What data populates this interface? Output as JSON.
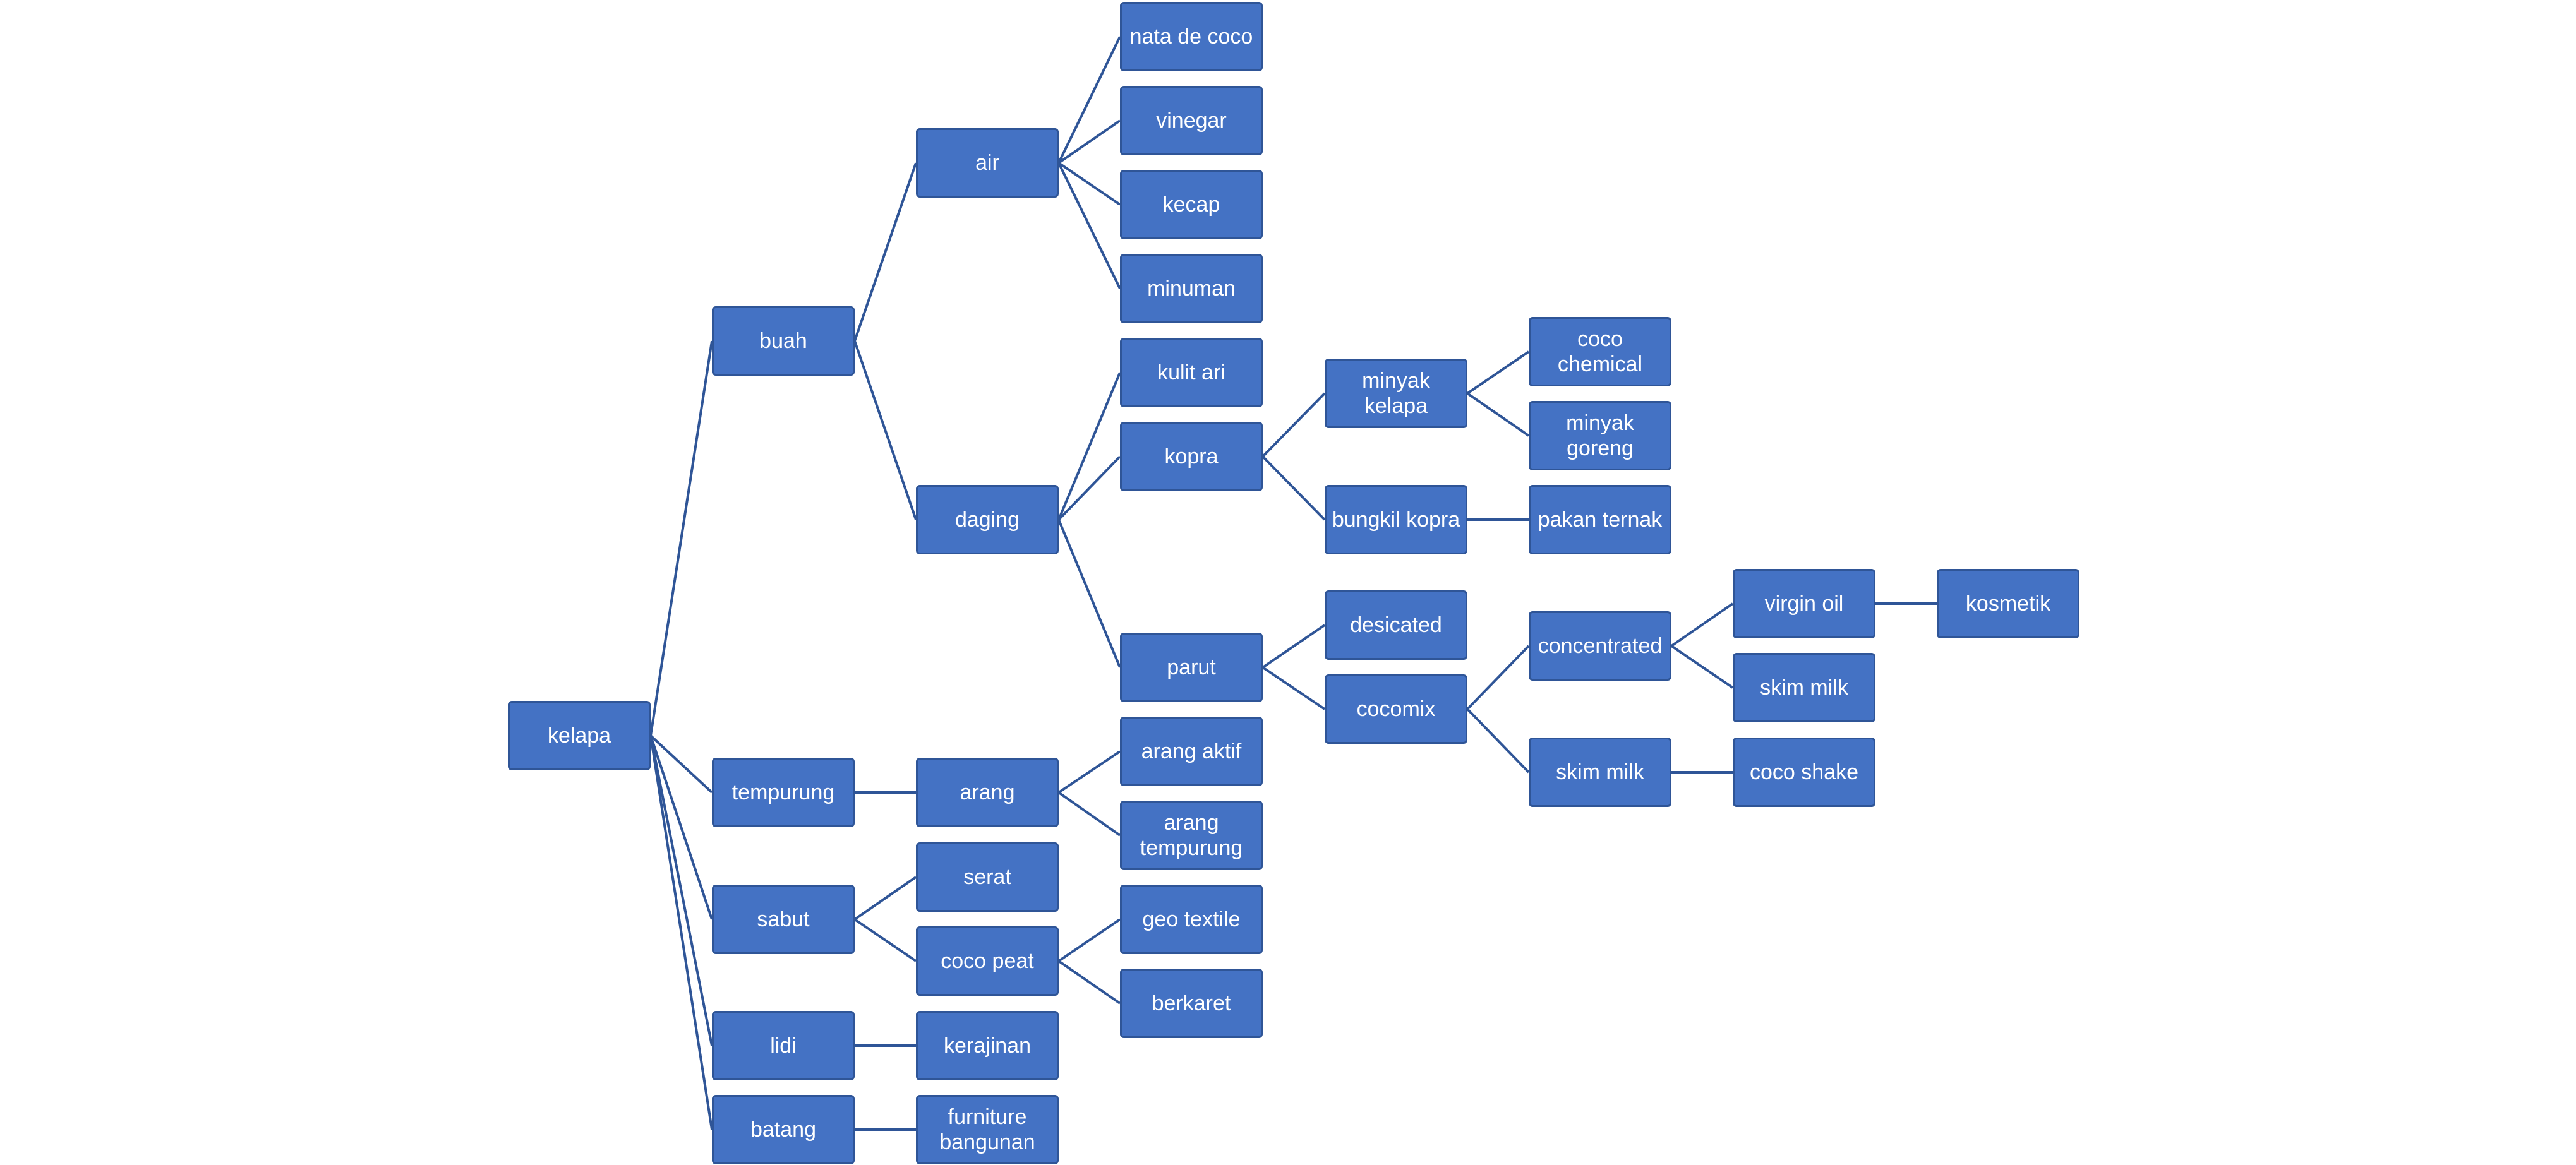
{
  "colors": {
    "node_fill": "#4472c4",
    "node_border": "#2f5597",
    "connector": "#2f5597",
    "text": "#ffffff"
  },
  "nodes": [
    {
      "id": "kelapa",
      "label": "kelapa",
      "parent": null
    },
    {
      "id": "buah",
      "label": "buah",
      "parent": "kelapa"
    },
    {
      "id": "tempurung",
      "label": "tempurung",
      "parent": "kelapa"
    },
    {
      "id": "sabut",
      "label": "sabut",
      "parent": "kelapa"
    },
    {
      "id": "lidi",
      "label": "lidi",
      "parent": "kelapa"
    },
    {
      "id": "batang",
      "label": "batang",
      "parent": "kelapa"
    },
    {
      "id": "air",
      "label": "air",
      "parent": "buah"
    },
    {
      "id": "daging",
      "label": "daging",
      "parent": "buah"
    },
    {
      "id": "nata-de-coco",
      "label": "nata de coco",
      "parent": "air"
    },
    {
      "id": "vinegar",
      "label": "vinegar",
      "parent": "air"
    },
    {
      "id": "kecap",
      "label": "kecap",
      "parent": "air"
    },
    {
      "id": "minuman",
      "label": "minuman",
      "parent": "air"
    },
    {
      "id": "kulit-ari",
      "label": "kulit ari",
      "parent": "daging"
    },
    {
      "id": "kopra",
      "label": "kopra",
      "parent": "daging"
    },
    {
      "id": "parut",
      "label": "parut",
      "parent": "daging"
    },
    {
      "id": "minyak-kelapa",
      "label": "minyak kelapa",
      "parent": "kopra"
    },
    {
      "id": "bungkil-kopra",
      "label": "bungkil kopra",
      "parent": "kopra"
    },
    {
      "id": "coco-chemical",
      "label": "coco chemical",
      "parent": "minyak-kelapa"
    },
    {
      "id": "minyak-goreng",
      "label": "minyak goreng",
      "parent": "minyak-kelapa"
    },
    {
      "id": "pakan-ternak",
      "label": "pakan ternak",
      "parent": "bungkil-kopra"
    },
    {
      "id": "desicated",
      "label": "desicated",
      "parent": "parut"
    },
    {
      "id": "cocomix",
      "label": "cocomix",
      "parent": "parut"
    },
    {
      "id": "concentrated",
      "label": "concentrated",
      "parent": "cocomix"
    },
    {
      "id": "skim-milk-1",
      "label": "skim milk",
      "parent": "cocomix"
    },
    {
      "id": "virgin-oil",
      "label": "virgin oil",
      "parent": "concentrated"
    },
    {
      "id": "skim-milk-2",
      "label": "skim milk",
      "parent": "concentrated"
    },
    {
      "id": "kosmetik",
      "label": "kosmetik",
      "parent": "virgin-oil"
    },
    {
      "id": "coco-shake",
      "label": "coco shake",
      "parent": "skim-milk-1"
    },
    {
      "id": "arang",
      "label": "arang",
      "parent": "tempurung"
    },
    {
      "id": "arang-aktif",
      "label": "arang aktif",
      "parent": "arang"
    },
    {
      "id": "arang-tempurung",
      "label": "arang tempurung",
      "parent": "arang"
    },
    {
      "id": "serat",
      "label": "serat",
      "parent": "sabut"
    },
    {
      "id": "coco-peat",
      "label": "coco peat",
      "parent": "sabut"
    },
    {
      "id": "geo-textile",
      "label": "geo textile",
      "parent": "coco-peat"
    },
    {
      "id": "berkaret",
      "label": "berkaret",
      "parent": "coco-peat"
    },
    {
      "id": "kerajinan",
      "label": "kerajinan",
      "parent": "lidi"
    },
    {
      "id": "furniture-bangunan",
      "label": "furniture bangunan",
      "parent": "batang"
    }
  ]
}
